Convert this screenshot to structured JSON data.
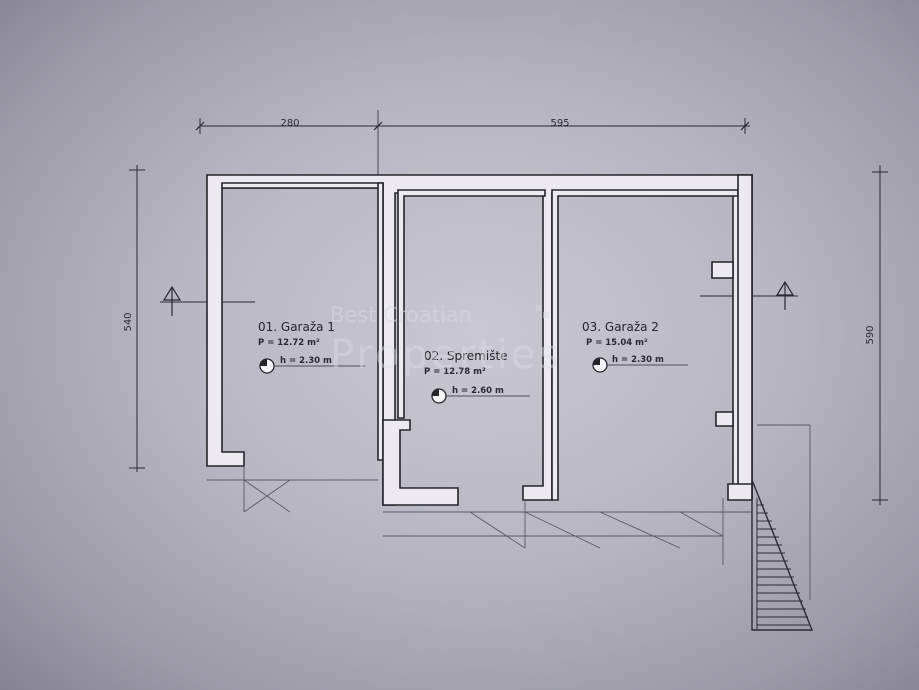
{
  "dimensions": {
    "top_left": "280",
    "top_right": "595",
    "left_height": "540",
    "right_height": "590"
  },
  "rooms": [
    {
      "name": "01. Garaža 1",
      "area": "P = 12.72 m²",
      "height": "h = 2.30 m"
    },
    {
      "name": "02. Spremište",
      "area": "P = 12.78 m²",
      "height": "h = 2.60 m"
    },
    {
      "name": "03. Garaža 2",
      "area": "P = 15.04 m²",
      "height": "h = 2.30 m"
    }
  ],
  "watermark": {
    "line1": "Best Croatian",
    "line2": "Properties"
  }
}
